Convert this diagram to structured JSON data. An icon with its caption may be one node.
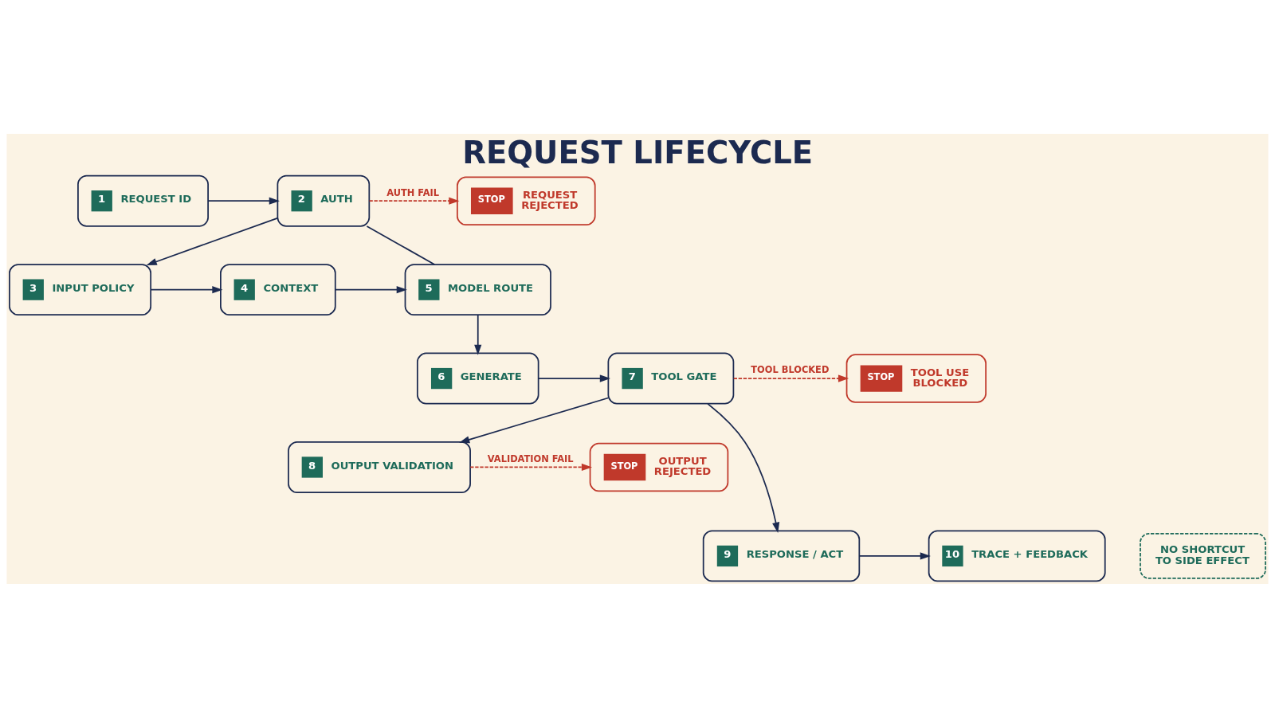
{
  "diagram": {
    "title": "REQUEST LIFECYCLE",
    "nodes": [
      {
        "text": [
          "1",
          "REQUEST ID"
        ]
      },
      {
        "text": [
          "2",
          "AUTH"
        ]
      },
      {
        "text": [
          "STOP",
          "REQUEST REJECTED"
        ]
      },
      {
        "text": [
          "3",
          "INPUT POLICY"
        ]
      },
      {
        "text": [
          "4",
          "CONTEXT"
        ]
      },
      {
        "text": [
          "5",
          "MODEL ROUTE"
        ]
      },
      {
        "text": [
          "6",
          "GENERATE"
        ]
      },
      {
        "text": [
          "7",
          "TOOL GATE"
        ]
      },
      {
        "text": [
          "STOP",
          "TOOL USE BLOCKED"
        ]
      },
      {
        "text": [
          "8",
          "OUTPUT VALIDATION"
        ]
      },
      {
        "text": [
          "STOP",
          "OUTPUT REJECTED"
        ]
      },
      {
        "text": [
          "9",
          "RESPONSE / ACT"
        ]
      },
      {
        "text": [
          "10",
          "TRACE + FEEDBACK"
        ]
      },
      {
        "text": [
          "NO SHORTCUT TO SIDE EFFECT"
        ]
      }
    ],
    "edges": [
      {
        "from": 0,
        "to": 1,
        "arrow": "to"
      },
      {
        "from": 1,
        "to": 2,
        "arrow": "to",
        "label": "AUTH FAIL",
        "style": "dashed",
        "color": "#c0392b"
      },
      {
        "from": 1,
        "to": 3,
        "arrow": "to"
      },
      {
        "from": 1,
        "to": 5,
        "arrow": "none"
      },
      {
        "from": 3,
        "to": 4,
        "arrow": "to"
      },
      {
        "from": 4,
        "to": 5,
        "arrow": "to"
      },
      {
        "from": 5,
        "to": 6,
        "arrow": "to"
      },
      {
        "from": 6,
        "to": 7,
        "arrow": "to"
      },
      {
        "from": 7,
        "to": 8,
        "arrow": "to",
        "label": "TOOL BLOCKED",
        "style": "dashed",
        "color": "#c0392b"
      },
      {
        "from": 7,
        "to": 9,
        "arrow": "to"
      },
      {
        "from": 7,
        "to": 11,
        "arrow": "to"
      },
      {
        "from": 9,
        "to": 10,
        "arrow": "to",
        "label": "VALIDATION FAIL",
        "style": "dashed",
        "color": "#c0392b"
      },
      {
        "from": 11,
        "to": 12,
        "arrow": "to"
      }
    ]
  }
}
